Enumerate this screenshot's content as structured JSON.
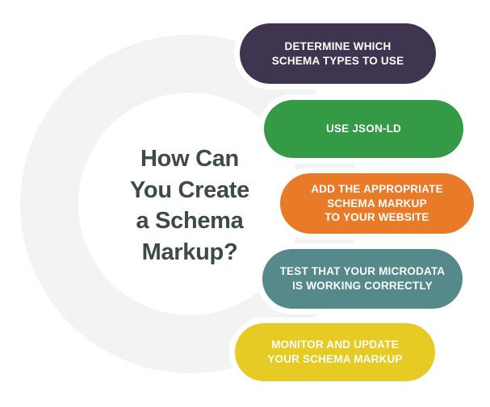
{
  "infographic": {
    "title_lines": "How Can\nYou Create\na Schema\nMarkup?",
    "title_plain": "How Can You Create a Schema Markup?",
    "heading_color": "#3d4a45",
    "background_color": "#ffffff",
    "ring_color": "#f2f4f3",
    "steps": [
      {
        "index": 1,
        "label": "DETERMINE WHICH\nSCHEMA TYPES TO USE",
        "label_plain": "DETERMINE WHICH SCHEMA TYPES TO USE",
        "color": "#3f3550",
        "text_color": "#ffffff"
      },
      {
        "index": 2,
        "label": "USE JSON-LD",
        "label_plain": "USE JSON-LD",
        "color": "#349a46",
        "text_color": "#ffffff"
      },
      {
        "index": 3,
        "label": "ADD THE APPROPRIATE\nSCHEMA MARKUP\nTO YOUR WEBSITE",
        "label_plain": "ADD THE APPROPRIATE SCHEMA MARKUP TO YOUR WEBSITE",
        "color": "#e97b28",
        "text_color": "#ffffff"
      },
      {
        "index": 4,
        "label": "TEST THAT YOUR MICRODATA\nIS WORKING CORRECTLY",
        "label_plain": "TEST THAT YOUR MICRODATA IS WORKING CORRECTLY",
        "color": "#55898a",
        "text_color": "#ffffff"
      },
      {
        "index": 5,
        "label": "MONITOR AND UPDATE\nYOUR SCHEMA MARKUP",
        "label_plain": "MONITOR AND UPDATE YOUR SCHEMA MARKUP",
        "color": "#e5cb23",
        "text_color": "#ffffff"
      }
    ]
  }
}
